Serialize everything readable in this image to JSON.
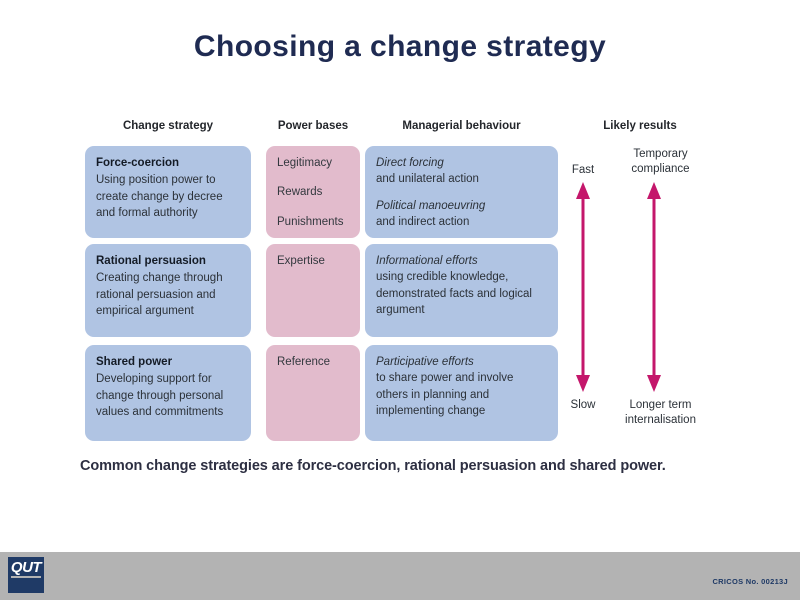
{
  "slide": {
    "title": "Choosing a change strategy",
    "caption": "Common change strategies are force-coercion, rational persuasion and shared power."
  },
  "headers": {
    "change_strategy": "Change strategy",
    "power_bases": "Power bases",
    "managerial_behaviour": "Managerial behaviour",
    "likely_results": "Likely results"
  },
  "rows": [
    {
      "strategy_title": "Force-coercion",
      "strategy_body": "Using position power to create change by decree and formal authority",
      "power_bases": [
        "Legitimacy",
        "Rewards",
        "Punishments"
      ],
      "behaviour": [
        {
          "lead": "Direct forcing",
          "rest": "and unilateral action"
        },
        {
          "lead": "Political manoeuvring",
          "rest": "and indirect action"
        }
      ]
    },
    {
      "strategy_title": "Rational persuasion",
      "strategy_body": "Creating change through rational persuasion and empirical argument",
      "power_bases": [
        "Expertise"
      ],
      "behaviour": [
        {
          "lead": "Informational efforts",
          "rest": "using credible knowledge, demonstrated facts and logical argument"
        }
      ]
    },
    {
      "strategy_title": "Shared power",
      "strategy_body": "Developing support for change through personal values and commitments",
      "power_bases": [
        "Reference"
      ],
      "behaviour": [
        {
          "lead": "Participative efforts",
          "rest": "to share power and involve others in planning and implementing change"
        }
      ]
    }
  ],
  "results": {
    "speed_top": "Fast",
    "speed_bottom": "Slow",
    "outcome_top": "Temporary compliance",
    "outcome_bottom": "Longer term internalisation"
  },
  "footer": {
    "logo_text": "QUT",
    "cricos": "CRICOS No. 00213J"
  },
  "colors": {
    "title": "#1f2b52",
    "strategy_box": "#b0c4e3",
    "power_box": "#e2bbcc",
    "behaviour_box": "#b0c4e3",
    "arrow": "#c4176b",
    "footer_bar": "#b3b3b3",
    "logo": "#1f3a66"
  }
}
